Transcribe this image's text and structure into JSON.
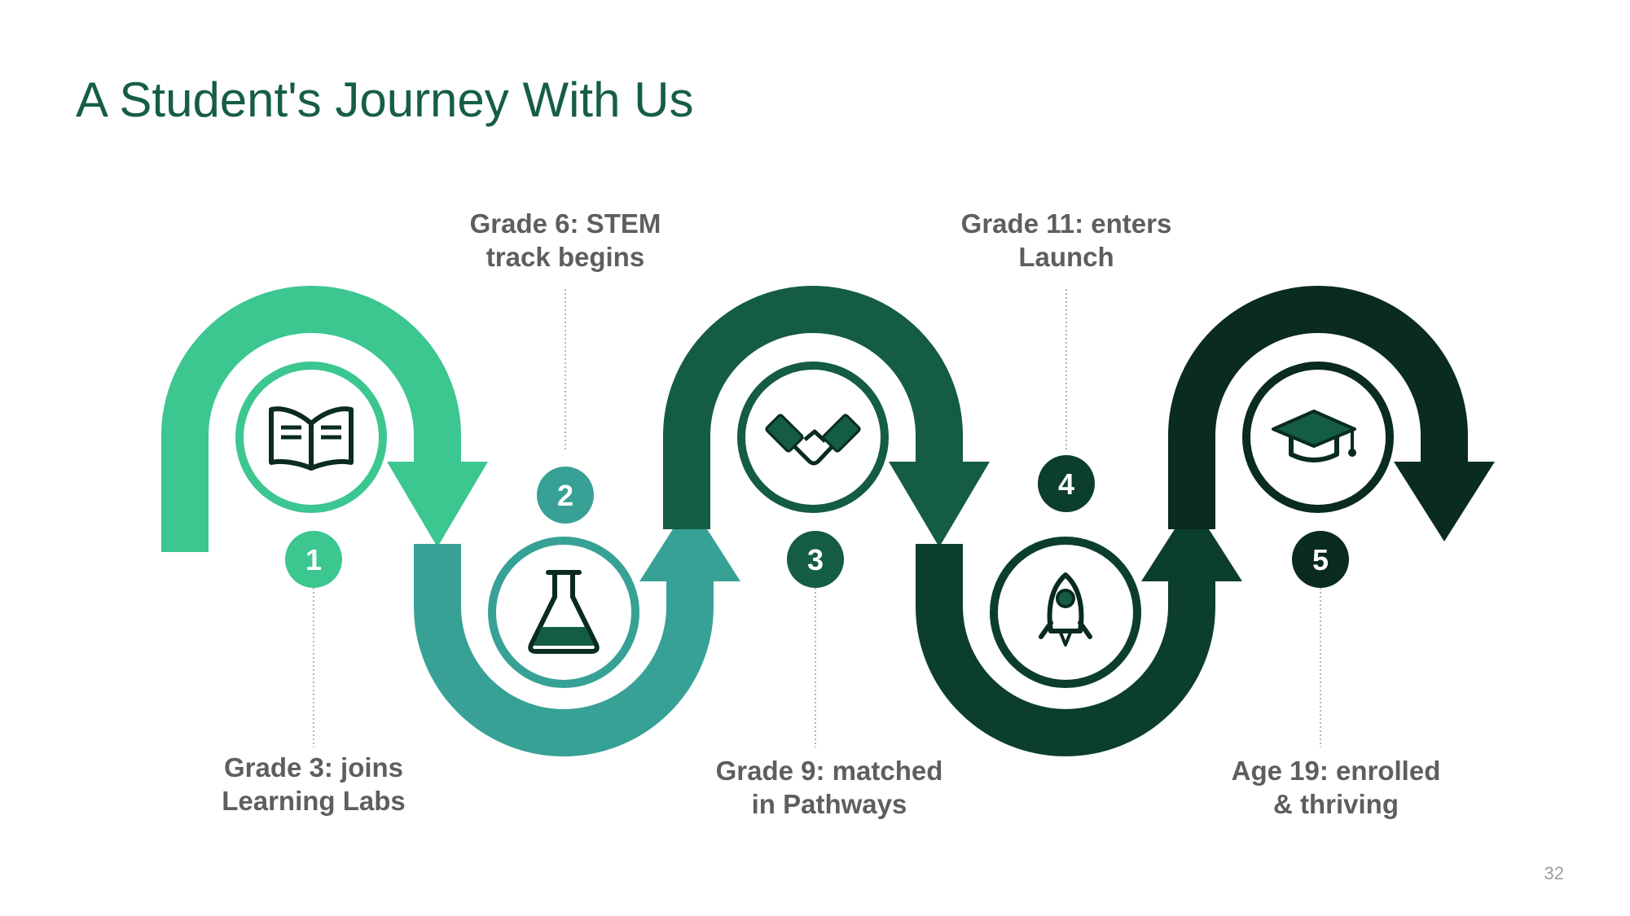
{
  "slide": {
    "title": "A Student's Journey With Us",
    "page_number": "32"
  },
  "colors": {
    "step1": "#3cc690",
    "step2": "#38a195",
    "step3": "#145c44",
    "step4": "#0c3e2c",
    "step5": "#0a2b1f",
    "label_text": "#5e5e60",
    "title": "#155e45"
  },
  "steps": [
    {
      "number": "1",
      "icon": "open-book-icon",
      "line1": "Grade 3: joins",
      "line2": "Learning Labs"
    },
    {
      "number": "2",
      "icon": "flask-icon",
      "line1": "Grade 6: STEM",
      "line2": "track begins"
    },
    {
      "number": "3",
      "icon": "handshake-icon",
      "line1": "Grade 9: matched",
      "line2": "in Pathways"
    },
    {
      "number": "4",
      "icon": "rocket-icon",
      "line1": "Grade 11: enters",
      "line2": "Launch"
    },
    {
      "number": "5",
      "icon": "graduation-cap-icon",
      "line1": "Age 19: enrolled",
      "line2": "& thriving"
    }
  ]
}
